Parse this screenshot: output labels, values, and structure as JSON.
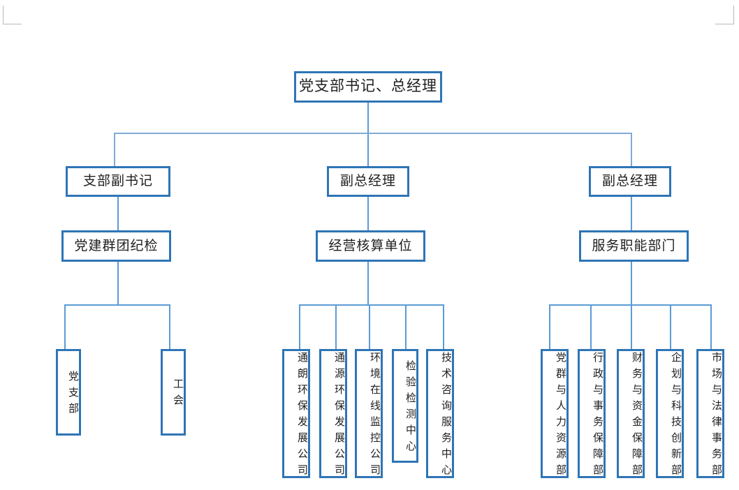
{
  "document": {
    "type": "organization-chart",
    "language": "zh-CN"
  },
  "chart_data": {
    "type": "diagram",
    "title": "",
    "root": "党支部书记、总经理",
    "levels": 4
  },
  "nodes": {
    "root": {
      "label": "党支部书记、总经理"
    },
    "level2": [
      {
        "label": "支部副书记"
      },
      {
        "label": "副总经理"
      },
      {
        "label": "副总经理"
      }
    ],
    "level3": [
      {
        "label": "党建群团纪检"
      },
      {
        "label": "经营核算单位"
      },
      {
        "label": "服务职能部门"
      }
    ],
    "party_units": [
      {
        "label": "党支部"
      },
      {
        "label": "工会"
      }
    ],
    "business_units": [
      {
        "label": "通朗环保发展公司"
      },
      {
        "label": "通源环保发展公司"
      },
      {
        "label": "环境在线监控公司"
      },
      {
        "label": "检验检测中心"
      },
      {
        "label": "技术咨询服务中心"
      }
    ],
    "service_departments": [
      {
        "label": "党群与人力资源部"
      },
      {
        "label": "行政与事务保障部"
      },
      {
        "label": "财务与资金保障部"
      },
      {
        "label": "企划与科技创新部"
      },
      {
        "label": "市场与法律事务部"
      }
    ]
  },
  "colors": {
    "box_border": "#2e75b6",
    "connector": "#5b9bd5",
    "connector_thin": "#7fabd6",
    "text": "#202020",
    "background": "#ffffff",
    "margin_mark": "#b9b9b9"
  }
}
